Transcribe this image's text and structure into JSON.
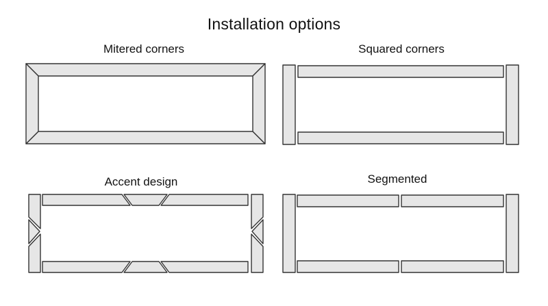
{
  "title": "Installation options",
  "options": [
    {
      "label": "Mitered corners"
    },
    {
      "label": "Squared corners"
    },
    {
      "label": "Accent design"
    },
    {
      "label": "Segmented"
    }
  ],
  "colors": {
    "trim_fill": "#e6e6e6",
    "outline": "#333333",
    "background": "#ffffff"
  }
}
